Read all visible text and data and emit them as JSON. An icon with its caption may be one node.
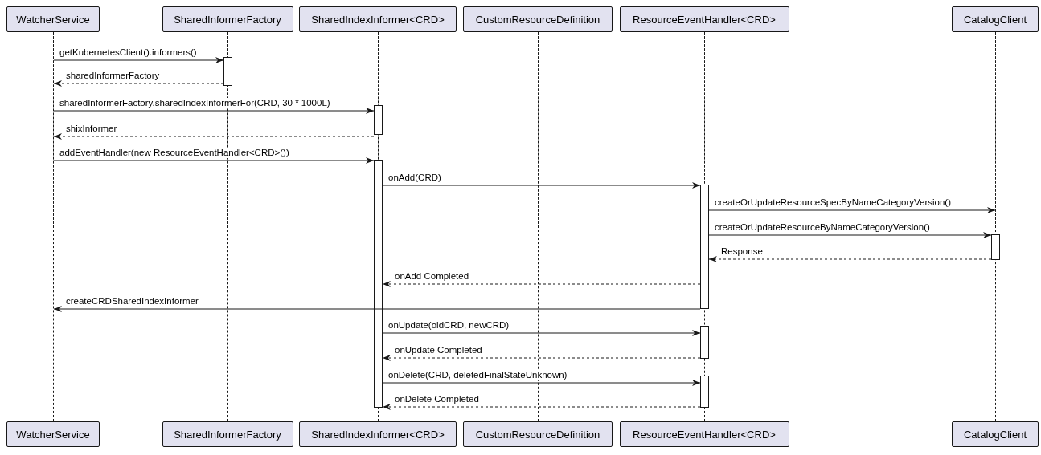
{
  "diagram": {
    "nodes": [
      {
        "text": [
          "WatcherService"
        ]
      },
      {
        "text": [
          "SharedInformerFactory"
        ]
      },
      {
        "text": [
          "SharedIndexInformer<CRD>"
        ]
      },
      {
        "text": [
          "CustomResourceDefinition"
        ]
      },
      {
        "text": [
          "ResourceEventHandler<CRD>"
        ]
      },
      {
        "text": [
          "CatalogClient"
        ]
      },
      {
        "text": [],
        "shape": "line"
      },
      {
        "text": [],
        "shape": "line"
      },
      {
        "text": [],
        "shape": "line"
      },
      {
        "text": [],
        "shape": "line"
      },
      {
        "text": [],
        "shape": "line"
      },
      {
        "text": [],
        "shape": "line"
      },
      {
        "text": [],
        "shape": "bar"
      },
      {
        "text": [],
        "shape": "bar"
      },
      {
        "text": [],
        "shape": "bar"
      },
      {
        "text": [],
        "shape": "bar"
      },
      {
        "text": [],
        "shape": "bar"
      },
      {
        "text": [],
        "shape": "bar"
      },
      {
        "text": [],
        "shape": "bar"
      },
      {
        "text": [
          "WatcherService"
        ]
      },
      {
        "text": [
          "SharedInformerFactory"
        ]
      },
      {
        "text": [
          "SharedIndexInformer<CRD>"
        ]
      },
      {
        "text": [
          "CustomResourceDefinition"
        ]
      },
      {
        "text": [
          "ResourceEventHandler<CRD>"
        ]
      },
      {
        "text": [
          "CatalogClient"
        ]
      }
    ],
    "edges": [
      {
        "from": 6,
        "to": 12,
        "arrow": "to",
        "label": "getKubernetesClient().informers()"
      },
      {
        "from": 12,
        "to": 6,
        "arrow": "to",
        "style": "dashed",
        "label": "sharedInformerFactory"
      },
      {
        "from": 6,
        "to": 13,
        "arrow": "to",
        "label": "sharedInformerFactory.sharedIndexInformerFor(CRD, 30 * 1000L)"
      },
      {
        "from": 13,
        "to": 6,
        "arrow": "to",
        "style": "dashed",
        "label": "shixInformer"
      },
      {
        "from": 6,
        "to": 14,
        "arrow": "to",
        "label": "addEventHandler(new ResourceEventHandler<CRD>())"
      },
      {
        "from": 14,
        "to": 15,
        "arrow": "to",
        "label": "onAdd(CRD)"
      },
      {
        "from": 15,
        "to": 11,
        "arrow": "to",
        "label": "createOrUpdateResourceSpecByNameCategoryVersion()"
      },
      {
        "from": 15,
        "to": 16,
        "arrow": "to",
        "label": "createOrUpdateResourceByNameCategoryVersion()"
      },
      {
        "from": 16,
        "to": 15,
        "arrow": "to",
        "style": "dashed",
        "label": "Response"
      },
      {
        "from": 15,
        "to": 14,
        "arrow": "to",
        "style": "dashed",
        "label": "onAdd Completed"
      },
      {
        "from": 15,
        "to": 6,
        "arrow": "to",
        "label": "createCRDSharedIndexInformer"
      },
      {
        "from": 14,
        "to": 17,
        "arrow": "to",
        "label": "onUpdate(oldCRD, newCRD)"
      },
      {
        "from": 17,
        "to": 14,
        "arrow": "to",
        "style": "dashed",
        "label": "onUpdate Completed"
      },
      {
        "from": 14,
        "to": 18,
        "arrow": "to",
        "label": "onDelete(CRD, deletedFinalStateUnknown)"
      },
      {
        "from": 18,
        "to": 14,
        "arrow": "to",
        "style": "dashed",
        "label": "onDelete Completed"
      }
    ]
  }
}
